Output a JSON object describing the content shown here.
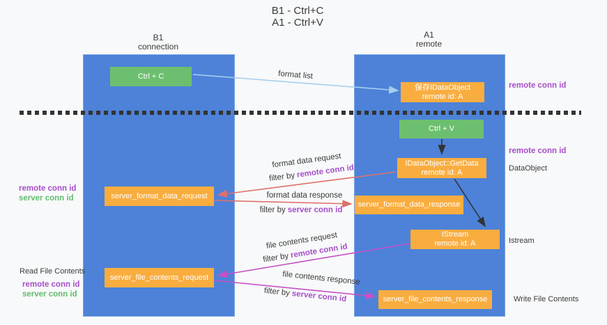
{
  "title": {
    "line1": "B1 - Ctrl+C",
    "line2": "A1 - Ctrl+V"
  },
  "lanes": {
    "b1": {
      "name": "B1",
      "role": "connection"
    },
    "a1": {
      "name": "A1",
      "role": "remote"
    }
  },
  "nodes": {
    "ctrl_c": {
      "label": "Ctrl + C"
    },
    "ctrl_v": {
      "label": "Ctrl + V"
    },
    "save_dataobject": {
      "line1": "保存IDataObject",
      "line2": "remote id: A"
    },
    "getdata": {
      "line1": "IDataObject::GetData",
      "line2": "remote id: A"
    },
    "istream": {
      "line1": "IStream",
      "line2": "remote id: A"
    },
    "format_request": {
      "label": "server_format_data_request"
    },
    "format_response": {
      "label": "server_format_data_response"
    },
    "file_request": {
      "label": "server_file_contents_request"
    },
    "file_response": {
      "label": "server_file_contents_response"
    }
  },
  "arrows": {
    "format_list": {
      "label": "format list"
    },
    "format_data_request": {
      "label": "format data request",
      "filter_prefix": "filter by",
      "filter_key": "remote conn id"
    },
    "format_data_response": {
      "label": "format data response",
      "filter_prefix": "filter by",
      "filter_key": "server conn id"
    },
    "file_contents_request": {
      "label": "file contents request",
      "filter_prefix": "filter by",
      "filter_key": "remote conn id"
    },
    "file_contents_response": {
      "label": "file contents response",
      "filter_prefix": "filter by",
      "filter_key": "server conn id"
    }
  },
  "side_labels": {
    "right_remote_conn_id_top": "remote conn id",
    "right_remote_conn_id_mid": "remote conn id",
    "right_dataobject": "DataObject",
    "right_istream": "Istream",
    "right_write_file_contents": "Write File Contents",
    "left_remote_conn_id_format": "remote conn id",
    "left_server_conn_id_format": "server conn id",
    "left_read_file_contents": "Read File Contents",
    "left_remote_conn_id_file": "remote conn id",
    "left_server_conn_id_file": "server conn id"
  },
  "colors": {
    "background": "#f8f9fa",
    "lane_blue": "#4d82d8",
    "box_green": "#6dbf70",
    "box_orange": "#f9ad3f",
    "arrow_lightblue": "#a6cfee",
    "arrow_red": "#e0706b",
    "arrow_magenta": "#c750c7",
    "arrow_black": "#333333",
    "label_purple": "#a64fc8",
    "label_green": "#63bb6e",
    "text_dark": "#3a3a3a"
  }
}
